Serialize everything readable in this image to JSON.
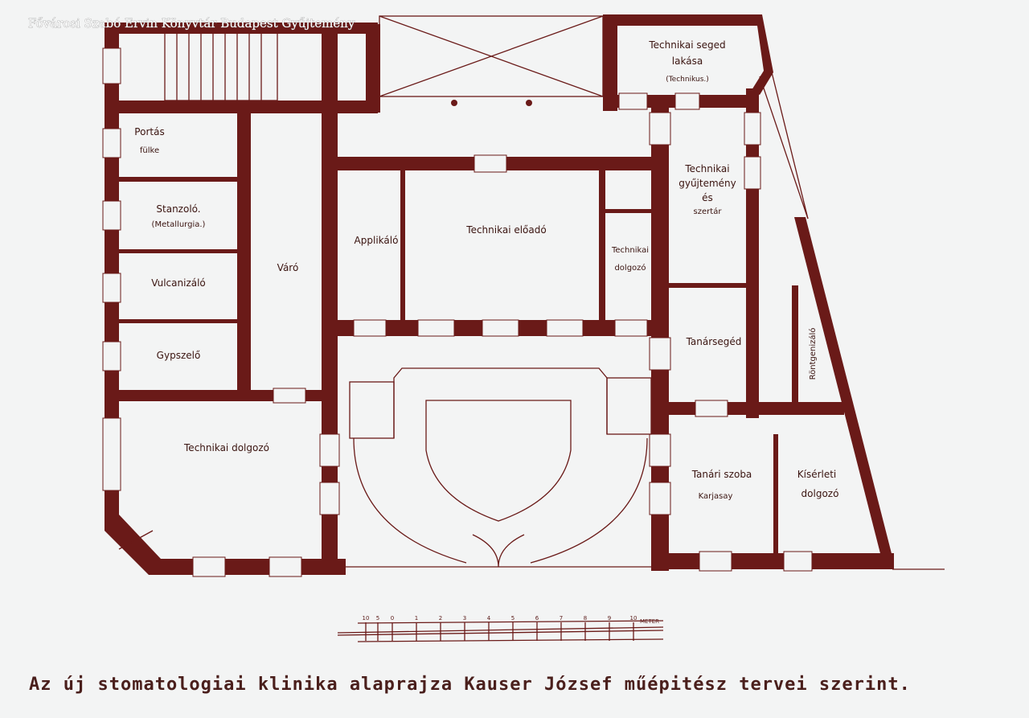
{
  "watermark": "Fővárosi Szabó Ervin Könyvtár Budapest Gyűjtemény",
  "rooms": {
    "seged_lakasa": [
      "Technikai seged",
      "lakása",
      "(Technikus.)"
    ],
    "portas": [
      "Portás",
      "fülke"
    ],
    "stanzolo": [
      "Stanzoló.",
      "(Metallurgia.)"
    ],
    "vulcanizalo": "Vulcanizáló",
    "gypszelo": "Gypszelő",
    "varo": "Váró",
    "applikalo": "Applikáló",
    "eloado": "Technikai előadó",
    "tech_dolgozo_small": [
      "Technikai",
      "dolgozó"
    ],
    "gyujtemeny": [
      "Technikai",
      "gyűjtemény",
      "és",
      "szertár"
    ],
    "tanarsegid": "Tanársegéd",
    "rontgenizalo": "Röntgenizáló",
    "tech_dolgozo_big": "Technikai dolgozó",
    "tanari_szoba": [
      "Tanári szoba",
      "Karjasay"
    ],
    "kiserleti": [
      "Kísérleti",
      "dolgozó"
    ]
  },
  "scale": {
    "ticks": [
      "10",
      "5",
      "0",
      "1",
      "2",
      "3",
      "4",
      "5",
      "6",
      "7",
      "8",
      "9",
      "10"
    ],
    "unit": "METER"
  },
  "caption": "Az új stomatologiai klinika alaprajza Kauser József műépitész tervei szerint."
}
